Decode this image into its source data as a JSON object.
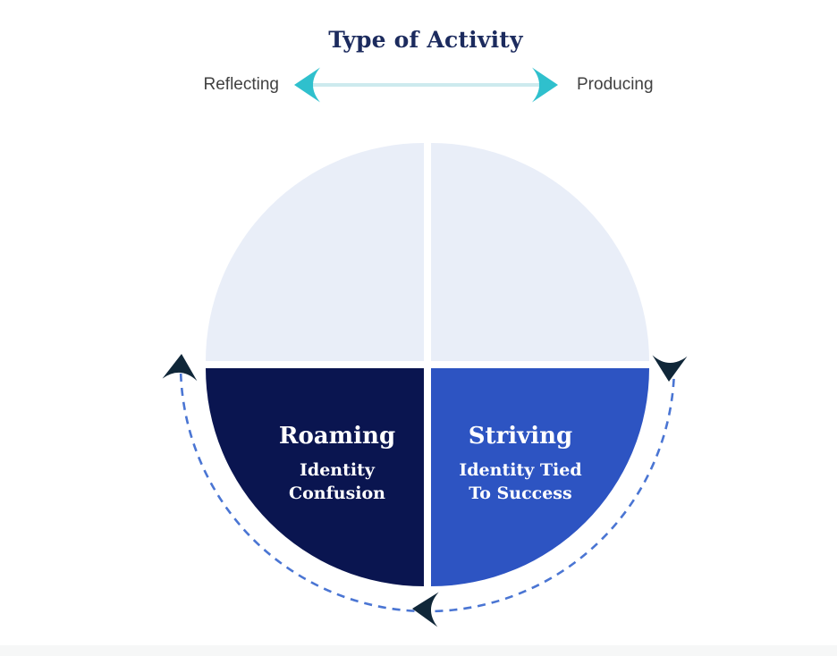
{
  "header": {
    "title": "Type of Activity",
    "title_color": "#1c2b5e"
  },
  "axis": {
    "left_label": "Reflecting",
    "right_label": "Producing",
    "label_color": "#414141",
    "arrowhead_color": "#2fc0cd",
    "line_color": "#cdeaee"
  },
  "matrix": {
    "top_left": {
      "color": "#e9eef8"
    },
    "top_right": {
      "color": "#e9eef8"
    },
    "bottom_left": {
      "title": "Roaming",
      "subtitle": [
        "Identity",
        "Confusion"
      ],
      "color": "#0a1550",
      "text_color": "#ffffff"
    },
    "bottom_right": {
      "title": "Striving",
      "subtitle": [
        "Identity Tied",
        "To Success"
      ],
      "color": "#2d54c2",
      "text_color": "#ffffff"
    }
  },
  "cycle_arrow": {
    "line_color": "#4a75d3",
    "arrowhead_color": "#102739",
    "style": "dashed",
    "direction": "clockwise"
  },
  "page": {
    "background": "#ffffff",
    "footer_strip_color": "#f6f7f7"
  }
}
